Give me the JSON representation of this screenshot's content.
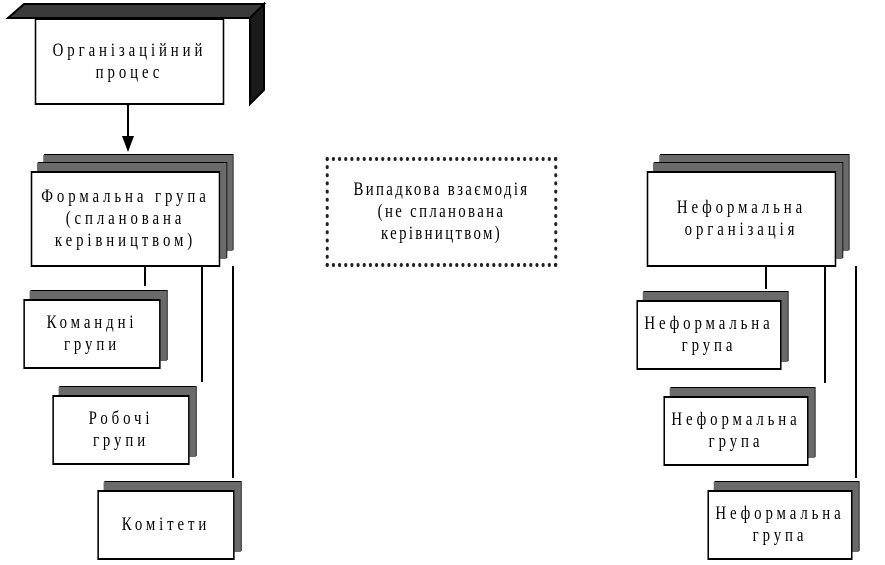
{
  "diagram": {
    "org_process": "Організаційний\nпроцес",
    "formal_group": "Формальна група\n(спланована\nкерівництвом)",
    "random_interaction": "Випадкова взаємодія\n(не спланована\nкерівництвом)",
    "informal_org": "Неформальна\nорганізація",
    "team_groups": "Командні\nгрупи",
    "work_groups": "Робочі\nгрупи",
    "committees": "Комітети",
    "informal_group_1": "Неформальна\nгрупа",
    "informal_group_2": "Неформальна\nгрупа",
    "informal_group_3": "Неформальна\nгрупа"
  }
}
